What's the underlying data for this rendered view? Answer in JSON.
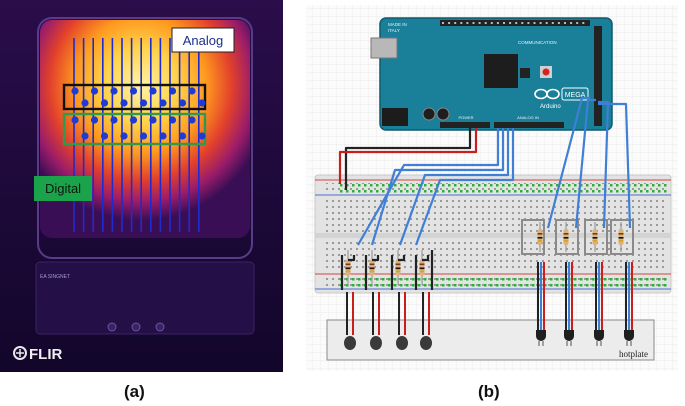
{
  "panel_a": {
    "caption": "(a)",
    "labels": {
      "analog": "Analog",
      "digital": "Digital"
    },
    "logo_text": "FLIR",
    "device_text": "EA SINGNET",
    "colors": {
      "analog_box": "#111111",
      "digital_box": "#2e9a4a",
      "digital_label_bg": "#1aa34a",
      "probe": "#1c2ccf",
      "probe_dot": "#1e3bd6"
    }
  },
  "panel_b": {
    "caption": "(b)",
    "board_text": {
      "made_in": "MADE IN",
      "country": "ITALY",
      "brand": "Arduino",
      "model": "MEGA",
      "power": "POWER",
      "analog_in": "ANALOG IN",
      "communication": "COMMUNICATION"
    },
    "hotplate_label": "hotplate",
    "colors": {
      "board": "#1a7f98",
      "wire": "#3f7fd6",
      "wire_red": "#c81e1e",
      "wire_black": "#222222"
    }
  }
}
